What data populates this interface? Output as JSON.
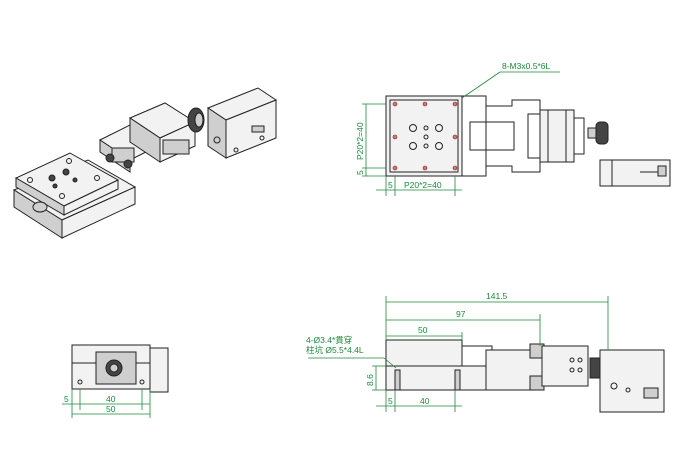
{
  "iso_view": {},
  "top_view": {
    "callout_holes": "8-M3x0.5*6L",
    "dim_vertical_pitch": "P20*2=40",
    "dim_vertical_offset": "5",
    "dim_horizontal_offset": "5",
    "dim_horizontal_pitch": "P20*2=40"
  },
  "end_view": {
    "dim_offset": "5",
    "dim_pitch": "40",
    "dim_width": "50"
  },
  "side_view": {
    "dim_overall": "141.5",
    "dim_body": "97",
    "dim_table": "50",
    "callout_line1": "4-Ø3.4*貫穿",
    "callout_line2": "柱坑 Ø5.5*4.4L",
    "dim_height": "8.6",
    "dim_offset": "5",
    "dim_pitch": "40"
  },
  "colors": {
    "dimension": "#1a8a3a",
    "outline": "#222222",
    "tapped_hole": "#c97a7a"
  }
}
